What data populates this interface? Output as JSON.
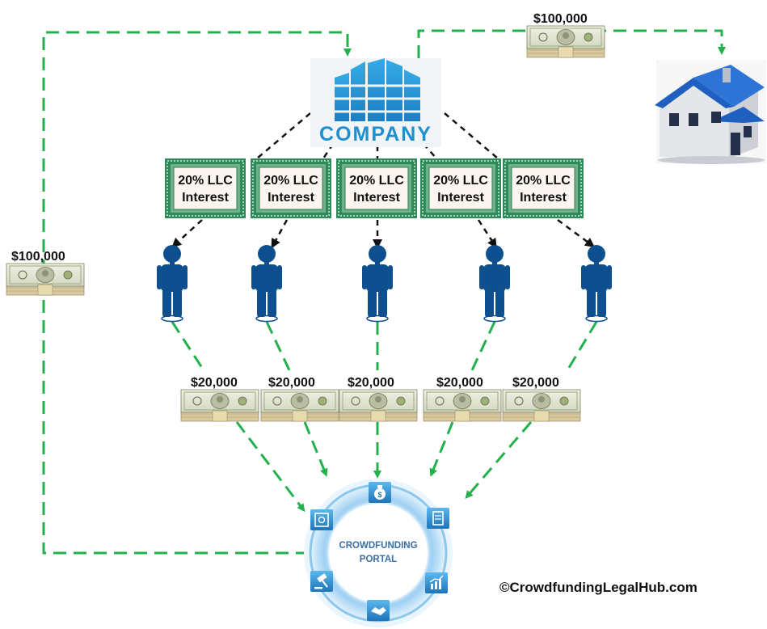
{
  "company": {
    "label": "COMPANY"
  },
  "amounts": {
    "house_payment": "$100,000",
    "portal_to_company": "$100,000",
    "investors": [
      "$20,000",
      "$20,000",
      "$20,000",
      "$20,000",
      "$20,000"
    ]
  },
  "certificates": [
    {
      "line1": "20% LLC",
      "line2": "Interest"
    },
    {
      "line1": "20% LLC",
      "line2": "Interest"
    },
    {
      "line1": "20% LLC",
      "line2": "Interest"
    },
    {
      "line1": "20% LLC",
      "line2": "Interest"
    },
    {
      "line1": "20% LLC",
      "line2": "Interest"
    }
  ],
  "portal": {
    "line1": "CROWDFUNDING",
    "line2": "PORTAL"
  },
  "portal_icons": [
    "money-bag-icon",
    "document-icon",
    "chart-icon",
    "handshake-icon",
    "gavel-icon",
    "safe-icon"
  ],
  "copyright": "©CrowdfundingLegalHub.com",
  "colors": {
    "flow_green": "#22b14c",
    "company_blue": "#1f8fd0",
    "person_blue": "#0d4f8f",
    "roof_blue": "#1f5fbf"
  }
}
